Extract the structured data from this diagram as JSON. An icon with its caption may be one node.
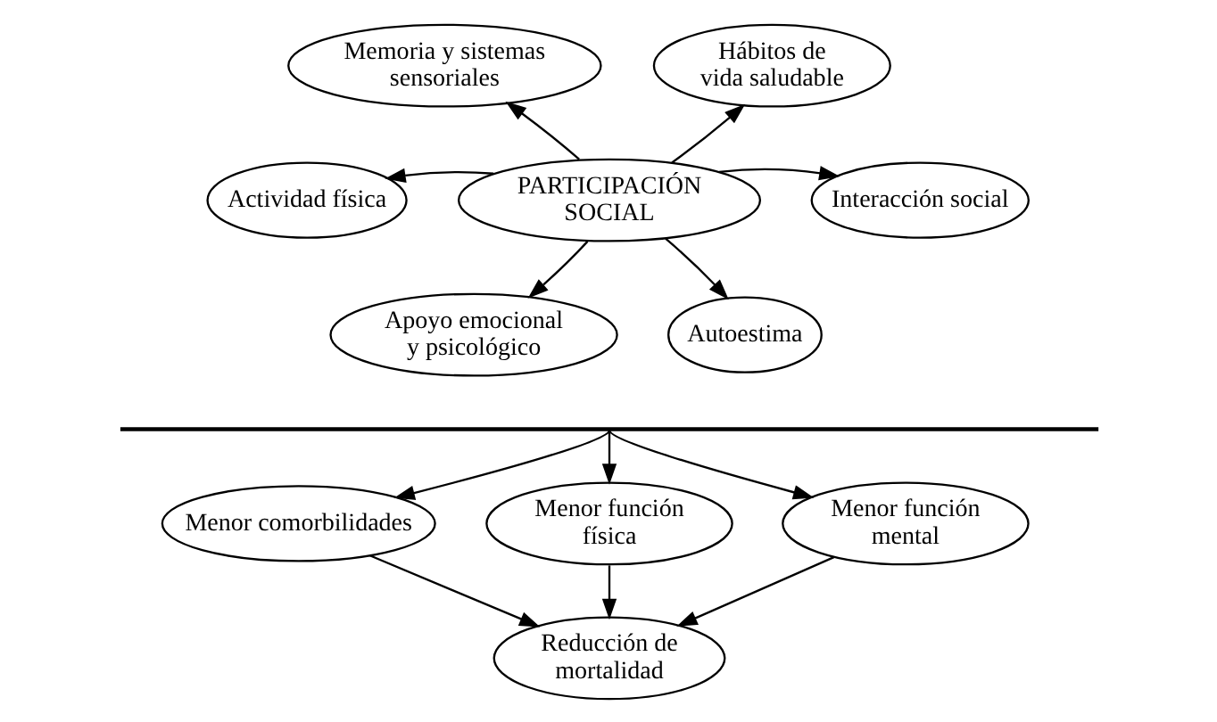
{
  "diagram": {
    "nodes": [
      {
        "text": [
          "Memoria y sistemas sensoriales"
        ]
      },
      {
        "text": [
          "Hábitos de vida saludable"
        ]
      },
      {
        "text": [
          "Actividad física"
        ]
      },
      {
        "text": [
          "PARTICIPACIÓN SOCIAL"
        ]
      },
      {
        "text": [
          "Interacción social"
        ]
      },
      {
        "text": [
          "Apoyo emocional y psicológico"
        ]
      },
      {
        "text": [
          "Autoestima"
        ]
      },
      {
        "text": [],
        "shape": "bar"
      },
      {
        "text": [
          "Menor comorbilidades"
        ]
      },
      {
        "text": [
          "Menor función física"
        ]
      },
      {
        "text": [
          "Menor función mental"
        ]
      },
      {
        "text": [
          "Reducción de mortalidad"
        ]
      }
    ],
    "edges": [
      {
        "from": 3,
        "to": 0,
        "arrow": "to"
      },
      {
        "from": 3,
        "to": 1,
        "arrow": "to"
      },
      {
        "from": 3,
        "to": 2,
        "arrow": "to"
      },
      {
        "from": 3,
        "to": 4,
        "arrow": "to"
      },
      {
        "from": 3,
        "to": 5,
        "arrow": "to"
      },
      {
        "from": 3,
        "to": 6,
        "arrow": "to"
      },
      {
        "from": 7,
        "to": 8,
        "arrow": "to"
      },
      {
        "from": 7,
        "to": 9,
        "arrow": "to"
      },
      {
        "from": 7,
        "to": 10,
        "arrow": "to"
      },
      {
        "from": 8,
        "to": 11,
        "arrow": "to"
      },
      {
        "from": 9,
        "to": 11,
        "arrow": "to"
      },
      {
        "from": 10,
        "to": 11,
        "arrow": "to"
      }
    ]
  }
}
